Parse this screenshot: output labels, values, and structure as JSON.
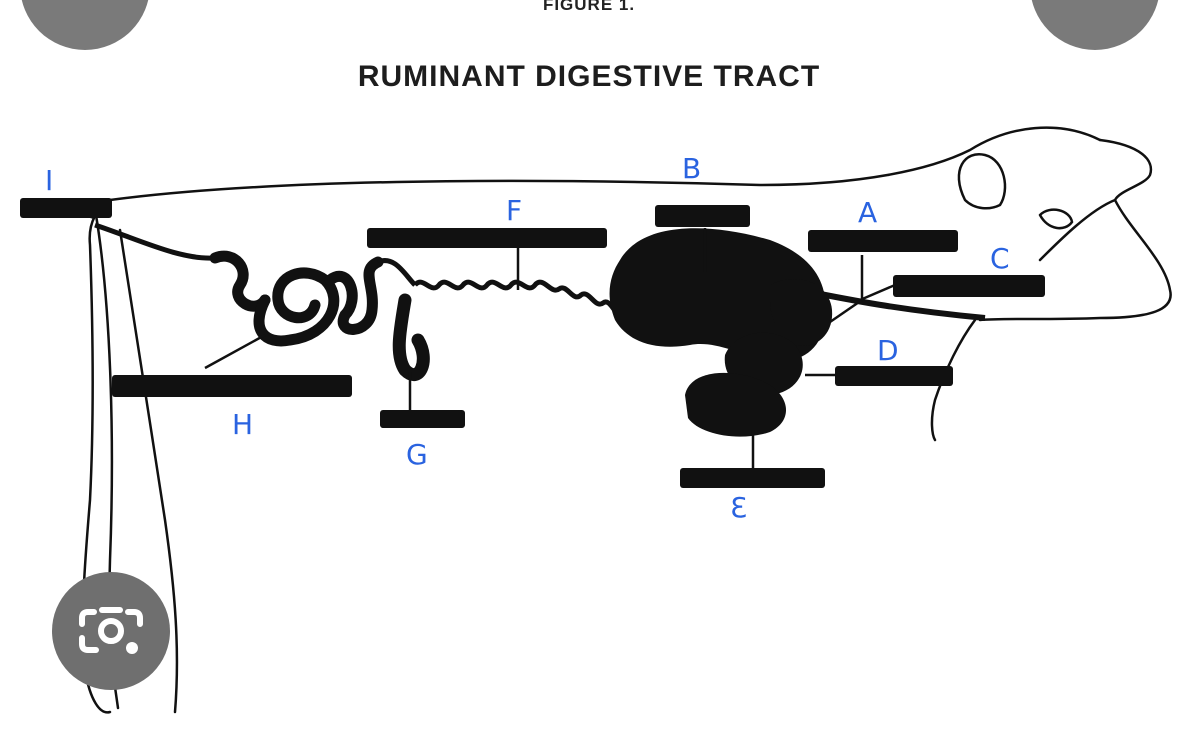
{
  "figure": {
    "caption": "FIGURE 1.",
    "title": "RUMINANT DIGESTIVE TRACT"
  },
  "labels": {
    "a": "A",
    "b": "B",
    "c": "C",
    "d": "D",
    "e": "Ɛ",
    "f": "F",
    "g": "G",
    "h": "H",
    "i": "I"
  },
  "icons": {
    "close": "close-icon",
    "more": "more-icon",
    "lens": "camera-search-icon"
  },
  "colors": {
    "handwriting": "#2a63e0",
    "button": "#7a7a7a"
  }
}
